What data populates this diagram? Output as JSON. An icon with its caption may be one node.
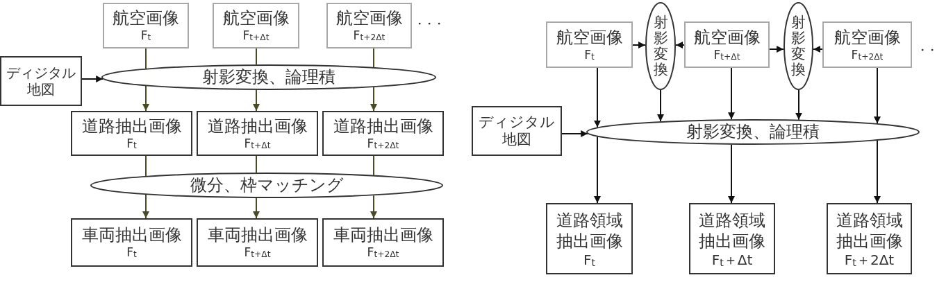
{
  "diagram": {
    "nodes": [
      {
        "text": [
          "航空画像",
          "F$_{t}$"
        ]
      },
      {
        "text": [
          "航空画像",
          "F$_{t+Δt}$"
        ]
      },
      {
        "text": [
          "航空画像",
          "F$_{t+2Δt}$"
        ]
      },
      {
        "text": [
          "ディジタル地図"
        ]
      },
      {
        "text": [
          "射影変換、論理積"
        ]
      },
      {
        "text": [
          "道路抽出画像",
          "F$_{t}$"
        ]
      },
      {
        "text": [
          "道路抽出画像",
          "F$_{t+Δt}$"
        ]
      },
      {
        "text": [
          "道路抽出画像",
          "F$_{t+2Δt}$"
        ]
      },
      {
        "text": [
          "微分、枠マッチング"
        ]
      },
      {
        "text": [
          "車両抽出画像",
          "F$_{t}$"
        ]
      },
      {
        "text": [
          "車両抽出画像",
          "F$_{t+Δt}$"
        ]
      },
      {
        "text": [
          "車両抽出画像",
          "F$_{t+2Δt}$"
        ]
      },
      {
        "text": [
          "航空画像",
          "F$_{t}$"
        ]
      },
      {
        "text": [
          "射影変換"
        ]
      },
      {
        "text": [
          "航空画像",
          "F$_{t+Δt}$"
        ]
      },
      {
        "text": [
          "射影変換"
        ]
      },
      {
        "text": [
          "航空画像",
          "F$_{t+2Δt}$"
        ]
      },
      {
        "text": [
          "ディジタル地図"
        ]
      },
      {
        "text": [
          "射影変換、論理積"
        ]
      },
      {
        "text": [
          "道路領域抽出画像",
          "F$_{t}$"
        ]
      },
      {
        "text": [
          "道路領域抽出画像",
          "F$_{t}$＋Δt"
        ]
      },
      {
        "text": [
          "道路領域抽出画像",
          "F$_{t}$＋2Δt"
        ]
      }
    ],
    "edges": [
      {
        "from": 0,
        "to": 4,
        "arrow": "none",
        "color": "#4a4a24"
      },
      {
        "from": 1,
        "to": 4,
        "arrow": "none",
        "color": "#4a4a24"
      },
      {
        "from": 2,
        "to": 4,
        "arrow": "none",
        "color": "#4a4a24"
      },
      {
        "from": 3,
        "to": 4,
        "arrow": "to"
      },
      {
        "from": 4,
        "to": 5,
        "arrow": "to",
        "color": "#4a4a24"
      },
      {
        "from": 4,
        "to": 6,
        "arrow": "to",
        "color": "#4a4a24"
      },
      {
        "from": 4,
        "to": 7,
        "arrow": "to",
        "color": "#4a4a24"
      },
      {
        "from": 5,
        "to": 8,
        "arrow": "none",
        "color": "#4a4a24"
      },
      {
        "from": 6,
        "to": 8,
        "arrow": "none",
        "color": "#4a4a24"
      },
      {
        "from": 7,
        "to": 8,
        "arrow": "none",
        "color": "#4a4a24"
      },
      {
        "from": 8,
        "to": 9,
        "arrow": "to",
        "color": "#4a4a24"
      },
      {
        "from": 8,
        "to": 10,
        "arrow": "to",
        "color": "#4a4a24"
      },
      {
        "from": 8,
        "to": 11,
        "arrow": "to",
        "color": "#4a4a24"
      },
      {
        "from": 12,
        "to": 13,
        "arrow": "to"
      },
      {
        "from": 14,
        "to": 13,
        "arrow": "to"
      },
      {
        "from": 14,
        "to": 15,
        "arrow": "to"
      },
      {
        "from": 16,
        "to": 15,
        "arrow": "to"
      },
      {
        "from": 12,
        "to": 18,
        "arrow": "to"
      },
      {
        "from": 13,
        "to": 18,
        "arrow": "to"
      },
      {
        "from": 14,
        "to": 18,
        "arrow": "to"
      },
      {
        "from": 15,
        "to": 18,
        "arrow": "to"
      },
      {
        "from": 16,
        "to": 18,
        "arrow": "to"
      },
      {
        "from": 17,
        "to": 18,
        "arrow": "to"
      },
      {
        "from": 18,
        "to": 19,
        "arrow": "to"
      },
      {
        "from": 18,
        "to": 20,
        "arrow": "to"
      },
      {
        "from": 18,
        "to": 21,
        "arrow": "to"
      }
    ],
    "labels": [
      "・・・",
      "・・"
    ]
  }
}
